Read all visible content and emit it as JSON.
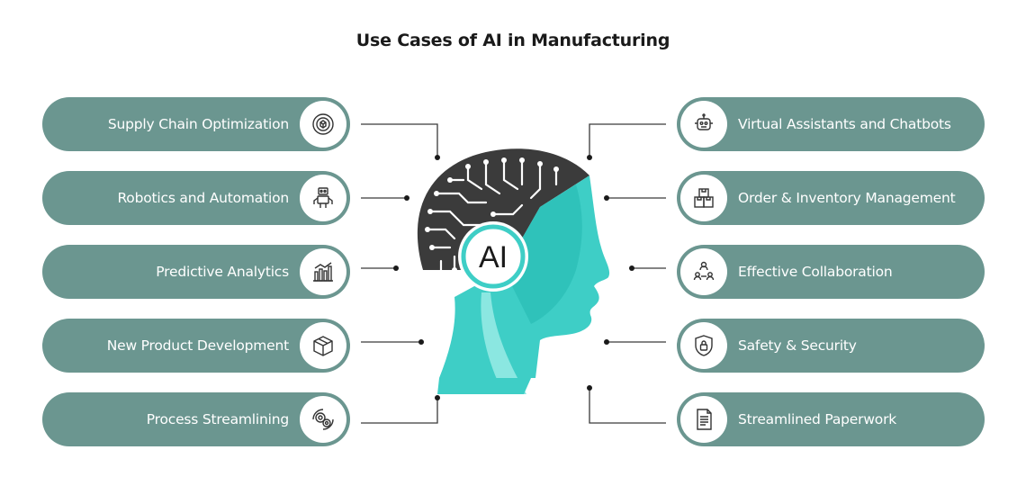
{
  "title": "Use Cases of  AI in Manufacturing",
  "center_badge": "AI",
  "colors": {
    "pill": "#6b9690",
    "head_teal": "#3ecec6",
    "head_teal_dark": "#22b3ab",
    "brain": "#3b3b3b",
    "connector": "#3a3a3a"
  },
  "left_items": [
    {
      "label": "Supply Chain Optimization",
      "icon": "supply-chain-icon"
    },
    {
      "label": "Robotics and Automation",
      "icon": "robot-icon"
    },
    {
      "label": "Predictive Analytics",
      "icon": "analytics-chart-icon"
    },
    {
      "label": "New Product Development",
      "icon": "package-box-icon"
    },
    {
      "label": "Process Streamlining",
      "icon": "gears-icon"
    }
  ],
  "right_items": [
    {
      "label": "Virtual Assistants and Chatbots",
      "icon": "chatbot-icon"
    },
    {
      "label": "Order & Inventory Management",
      "icon": "inventory-boxes-icon"
    },
    {
      "label": "Effective Collaboration",
      "icon": "collaboration-icon"
    },
    {
      "label": "Safety & Security",
      "icon": "shield-lock-icon"
    },
    {
      "label": "Streamlined Paperwork",
      "icon": "document-icon"
    }
  ]
}
